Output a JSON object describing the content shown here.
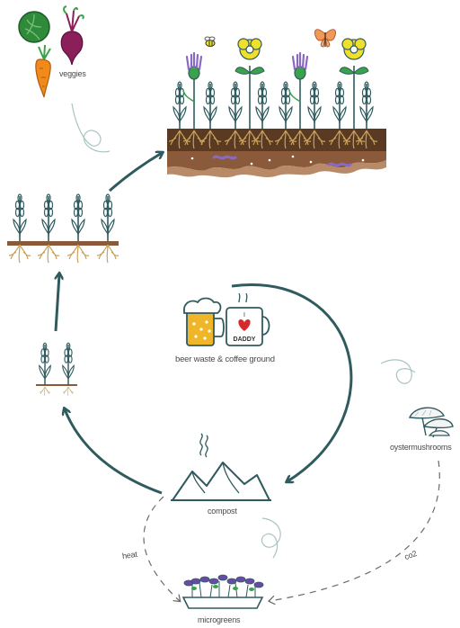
{
  "labels": {
    "veggies": "veggies",
    "beer_waste": "beer waste & coffee ground",
    "mug_text": "I ♥ DADDY",
    "mug_top": "I",
    "mug_bottom": "DADDY",
    "oyster_mushrooms": "oystermushrooms",
    "compost": "compost",
    "heat": "heat",
    "co2": "co2",
    "microgreens": "microgreens"
  },
  "colors": {
    "arrow": "#2f5b5f",
    "dashed": "#6b6b6b",
    "soil_dark": "#5a3a22",
    "soil_mid": "#8b5a3a",
    "soil_light": "#b98a68",
    "root": "#c9a25a",
    "stem": "#2f5b5f",
    "leaf": "#3aa24a",
    "cabbage": "#2f8a3a",
    "beet": "#8a1f5a",
    "carrot": "#f08a1a",
    "thistle": "#8a6ac0",
    "flower": "#f0e02a",
    "beer": "#f0b62a",
    "heart": "#d62a2a",
    "micro_leaf": "#6a4aa8",
    "butterfly": "#f09a5a"
  },
  "icons": [
    "cabbage-icon",
    "beet-icon",
    "carrot-icon",
    "thistle-icon",
    "flower-icon",
    "bee-icon",
    "butterfly-icon",
    "wheat-icon",
    "beer-mug-icon",
    "coffee-mug-icon",
    "mushroom-icon",
    "compost-pile-icon",
    "steam-icon",
    "microgreens-icon",
    "worm-icon"
  ]
}
